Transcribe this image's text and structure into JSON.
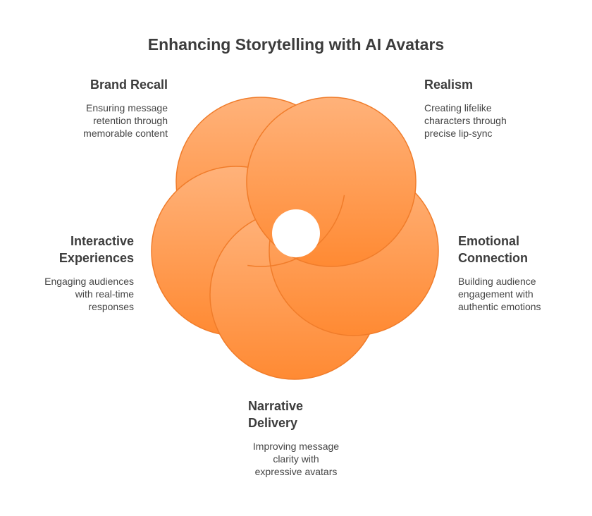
{
  "title": "Enhancing Storytelling with AI Avatars",
  "colors": {
    "petal_light": "#FFB27A",
    "petal_dark": "#FF8A33",
    "outline": "#F07C2A",
    "text": "#3c3c3c"
  },
  "items": [
    {
      "heading": "Realism",
      "heading2": "",
      "desc": [
        "Creating lifelike",
        "characters through",
        "precise lip-sync"
      ]
    },
    {
      "heading": "Emotional",
      "heading2": "Connection",
      "desc": [
        "Building audience",
        "engagement with",
        "authentic emotions"
      ]
    },
    {
      "heading": "Narrative",
      "heading2": "Delivery",
      "desc": [
        "Improving message",
        "clarity with",
        "expressive avatars"
      ]
    },
    {
      "heading": "Interactive",
      "heading2": "Experiences",
      "desc": [
        "Engaging audiences",
        "with real-time",
        "responses"
      ]
    },
    {
      "heading": "Brand Recall",
      "heading2": "",
      "desc": [
        "Ensuring message",
        "retention through",
        "memorable content"
      ]
    }
  ]
}
